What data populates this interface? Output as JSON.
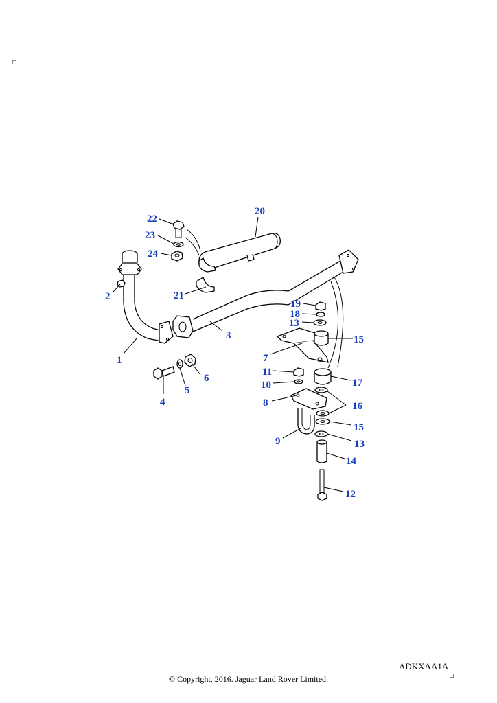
{
  "drawing_code": "ADKXAA1A",
  "copyright": "© Copyright, 2016. Jaguar Land Rover Limited.",
  "callouts": [
    "1",
    "2",
    "3",
    "4",
    "5",
    "6",
    "7",
    "8",
    "9",
    "10",
    "11",
    "12",
    "13",
    "13",
    "14",
    "15",
    "15",
    "16",
    "17",
    "18",
    "19",
    "20",
    "21",
    "22",
    "23",
    "24"
  ],
  "colors": {
    "callout": "#1a3fbf",
    "line": "#000000",
    "background": "#ffffff"
  }
}
